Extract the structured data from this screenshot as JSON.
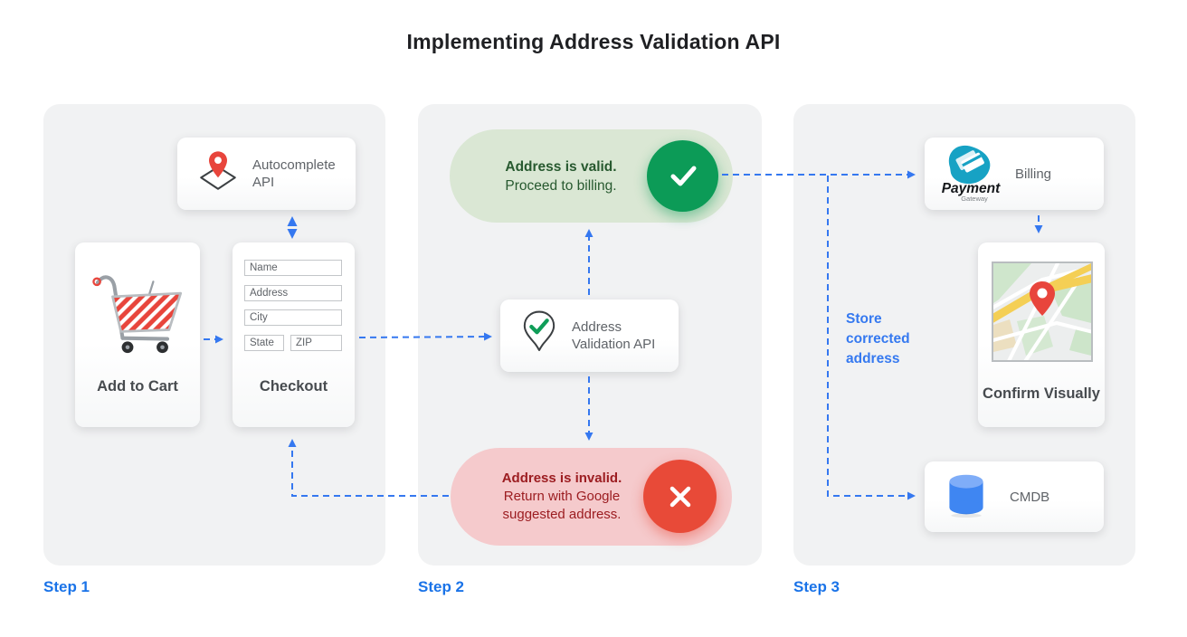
{
  "title": "Implementing Address Validation API",
  "steps": {
    "step1": "Step 1",
    "step2": "Step 2",
    "step3": "Step 3"
  },
  "step1": {
    "autocomplete_api": {
      "label": "Autocomplete API",
      "icon": "map-diamond-pin-icon"
    },
    "add_to_cart": {
      "label": "Add to Cart",
      "icon": "shopping-cart-icon"
    },
    "checkout": {
      "label": "Checkout",
      "fields": [
        "Name",
        "Address",
        "City",
        "State",
        "ZIP"
      ]
    }
  },
  "step2": {
    "valid_pill": {
      "title": "Address is valid.",
      "subtitle": "Proceed to billing.",
      "icon": "check-circle-icon"
    },
    "validation_api": {
      "label": "Address Validation API",
      "icon": "map-pin-check-icon"
    },
    "invalid_pill": {
      "title": "Address is invalid.",
      "subtitle": "Return with Google suggested address.",
      "icon": "x-circle-icon"
    }
  },
  "step3": {
    "billing": {
      "label": "Billing",
      "logo_title": "Payment",
      "logo_subtitle": "Gateway",
      "icon": "payment-gateway-logo-icon"
    },
    "confirm_visually": {
      "label": "Confirm Visually",
      "icon": "map-thumbnail-icon"
    },
    "cmdb": {
      "label": "CMDB",
      "icon": "database-cylinder-icon"
    },
    "store_note": "Store corrected address"
  },
  "colors": {
    "arrow_blue": "#3578f0",
    "step_label_blue": "#1a73e8",
    "valid_green": "#0c9b57",
    "valid_pill_bg": "#dae7d4",
    "valid_text": "#27592f",
    "invalid_red": "#e84a38",
    "invalid_pill_bg": "#f5cacc",
    "invalid_text": "#9c1d21",
    "panel_bg": "#f1f2f3",
    "muted_text": "#5f6368"
  }
}
